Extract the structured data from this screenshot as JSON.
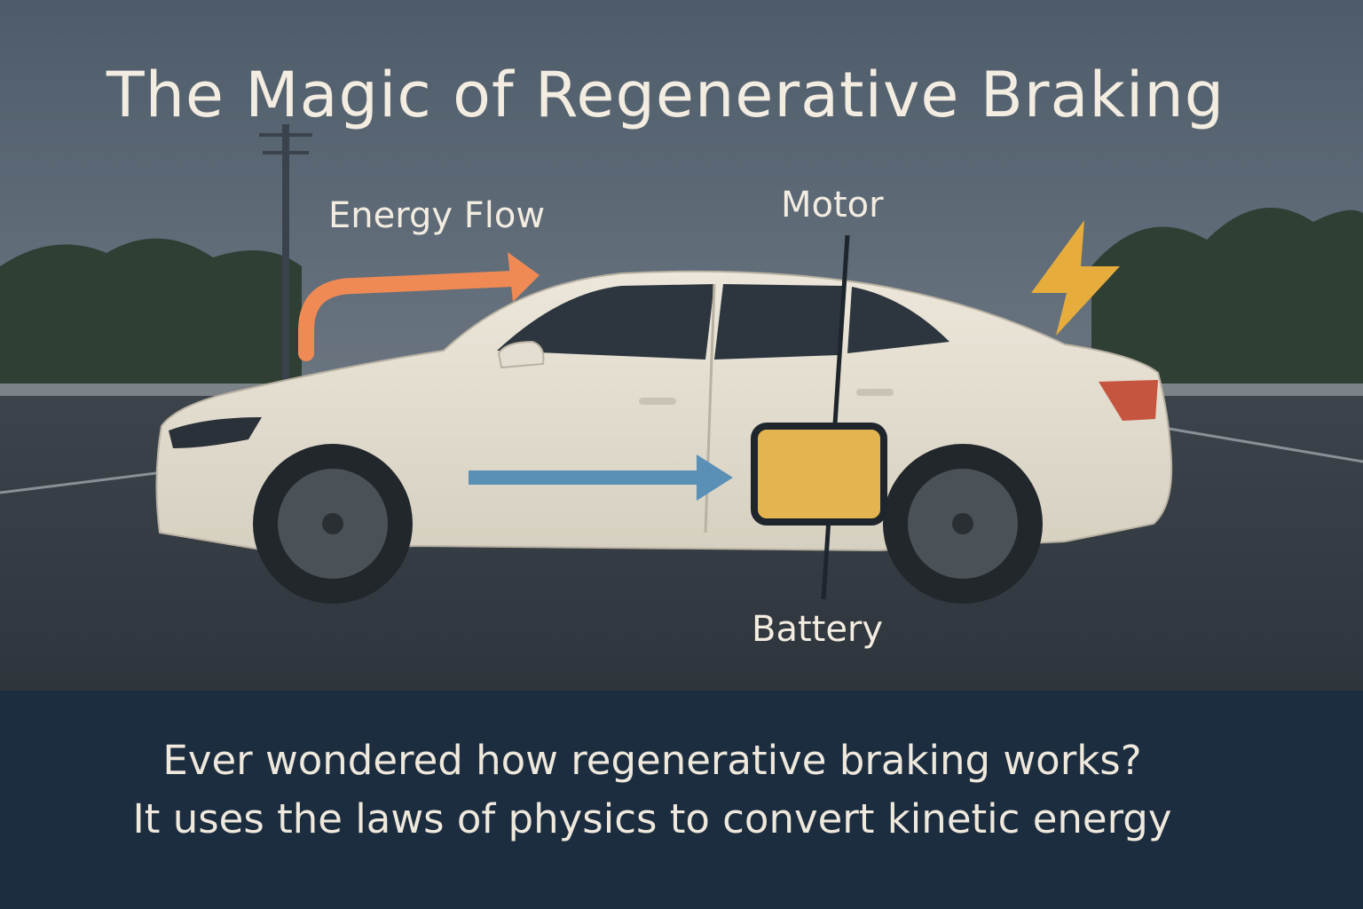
{
  "title": "The Magic of Regenerative Braking",
  "labels": {
    "energy_flow": "Energy Flow",
    "motor": "Motor",
    "battery": "Battery"
  },
  "caption": {
    "line1": "Ever wondered how regenerative braking works?",
    "line2": "It uses the laws of physics to convert kinetic energy"
  },
  "colors": {
    "energy_arrow": "#f08a54",
    "flow_arrow": "#5a8fb6",
    "battery": "#e3b44f",
    "lightning": "#e6ad3c",
    "caption_bg": "#1c2d40"
  },
  "icons": {
    "lightning": "lightning-bolt-icon"
  }
}
